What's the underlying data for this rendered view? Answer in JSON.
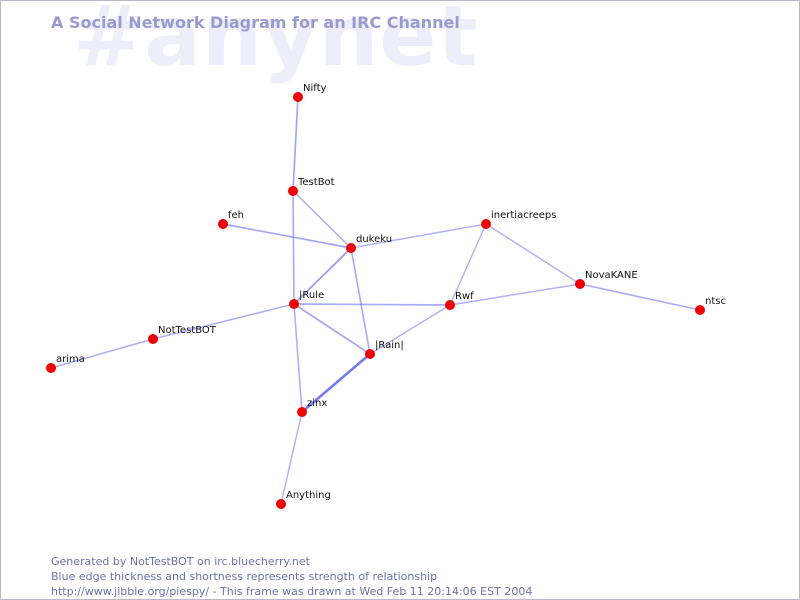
{
  "header": {
    "title": "A Social Network Diagram for an IRC Channel",
    "watermark": "#anynet"
  },
  "colors": {
    "node": "#ee0000",
    "edge": "#6a6af0",
    "title": "#9a9ad0",
    "watermark": "#eeeefb",
    "footer": "#7070b0"
  },
  "nodes": [
    {
      "id": "Nifty",
      "label": "Nifty"
    },
    {
      "id": "TestBot",
      "label": "TestBot"
    },
    {
      "id": "feh",
      "label": "feh"
    },
    {
      "id": "dukeku",
      "label": "dukeku"
    },
    {
      "id": "inertiacreeps",
      "label": "inertiacreeps"
    },
    {
      "id": "NovaKANE",
      "label": "NovaKANE"
    },
    {
      "id": "ntsc",
      "label": "ntsc"
    },
    {
      "id": "IRule",
      "label": "|Rule"
    },
    {
      "id": "Rwf",
      "label": "Rwf"
    },
    {
      "id": "NotTestBOT",
      "label": "NotTestBOT"
    },
    {
      "id": "arima",
      "label": "arima"
    },
    {
      "id": "Rain",
      "label": "|Rain|"
    },
    {
      "id": "zinx",
      "label": "zinx"
    },
    {
      "id": "Anything",
      "label": "Anything"
    }
  ],
  "edges": [
    {
      "source": "Nifty",
      "target": "TestBot",
      "strength": 0.45
    },
    {
      "source": "TestBot",
      "target": "dukeku",
      "strength": 0.35
    },
    {
      "source": "TestBot",
      "target": "IRule",
      "strength": 0.4
    },
    {
      "source": "feh",
      "target": "dukeku",
      "strength": 0.45
    },
    {
      "source": "dukeku",
      "target": "inertiacreeps",
      "strength": 0.3
    },
    {
      "source": "dukeku",
      "target": "IRule",
      "strength": 0.55
    },
    {
      "source": "dukeku",
      "target": "Rain",
      "strength": 0.4
    },
    {
      "source": "inertiacreeps",
      "target": "Rwf",
      "strength": 0.3
    },
    {
      "source": "inertiacreeps",
      "target": "NovaKANE",
      "strength": 0.3
    },
    {
      "source": "NovaKANE",
      "target": "ntsc",
      "strength": 0.4
    },
    {
      "source": "NovaKANE",
      "target": "Rwf",
      "strength": 0.3
    },
    {
      "source": "IRule",
      "target": "Rwf",
      "strength": 0.4
    },
    {
      "source": "IRule",
      "target": "NotTestBOT",
      "strength": 0.35
    },
    {
      "source": "IRule",
      "target": "Rain",
      "strength": 0.45
    },
    {
      "source": "IRule",
      "target": "zinx",
      "strength": 0.35
    },
    {
      "source": "NotTestBOT",
      "target": "arima",
      "strength": 0.35
    },
    {
      "source": "Rwf",
      "target": "Rain",
      "strength": 0.3
    },
    {
      "source": "Rain",
      "target": "zinx",
      "strength": 1.0
    },
    {
      "source": "zinx",
      "target": "Anything",
      "strength": 0.3
    }
  ],
  "footer": {
    "line1": "Generated by NotTestBOT on irc.bluecherry.net",
    "line2": "Blue edge thickness and shortness represents strength of relationship",
    "line3": "http://www.jibble.org/piespy/ - This frame was drawn at Wed Feb 11 20:14:06 EST 2004"
  }
}
